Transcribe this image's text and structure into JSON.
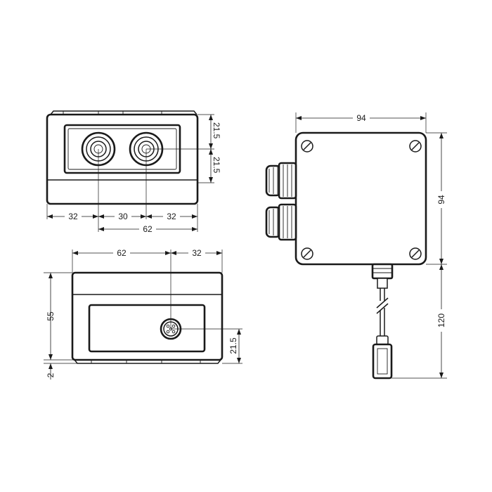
{
  "dimensions": {
    "top_view": {
      "half_height_top": "21.5",
      "half_height_bottom": "21.5",
      "left_offset": "32",
      "gland_spacing": "30",
      "right_offset": "32",
      "gland_span": "62"
    },
    "front_view": {
      "left_span": "62",
      "right_span": "32",
      "height": "55",
      "base_offset": "2",
      "connector_height": "21.5"
    },
    "side_view": {
      "width": "94",
      "height": "94",
      "cable_length": "120"
    }
  }
}
